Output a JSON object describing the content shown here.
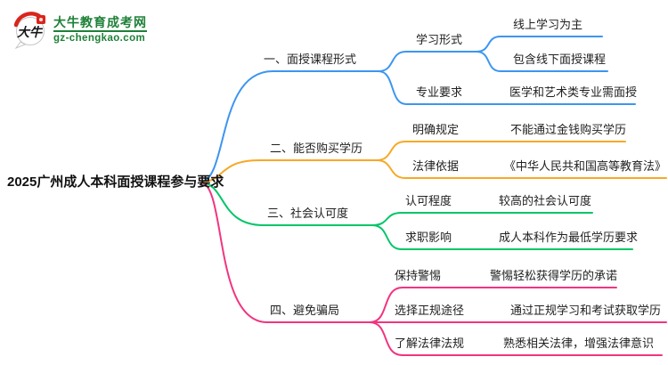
{
  "logo": {
    "icon_text": "大牛",
    "site_name": "大牛教育成考网",
    "site_url": "gz-chengkao.com",
    "brand_green": "#1E8038",
    "accent_red": "#D9251C"
  },
  "colors": {
    "branch1": "#3D95F0",
    "branch2": "#F7A825",
    "branch3": "#00C667",
    "bran4_placeholder": "",
    "branch4": "#F23480",
    "text": "#212121"
  },
  "mindmap": {
    "root": "2025广州成人本科面授课程参与要求",
    "branches": [
      {
        "label": "一、面授课程形式",
        "color": "#3D95F0",
        "children": [
          {
            "label": "学习形式",
            "children": [
              {
                "label": "线上学习为主"
              },
              {
                "label": "包含线下面授课程"
              }
            ]
          },
          {
            "label": "专业要求",
            "children": [
              {
                "label": "医学和艺术类专业需面授"
              }
            ]
          }
        ]
      },
      {
        "label": "二、能否购买学历",
        "color": "#F7A825",
        "children": [
          {
            "label": "明确规定",
            "children": [
              {
                "label": "不能通过金钱购买学历"
              }
            ]
          },
          {
            "label": "法律依据",
            "children": [
              {
                "label": "《中华人民共和国高等教育法》"
              }
            ]
          }
        ]
      },
      {
        "label": "三、社会认可度",
        "color": "#00C667",
        "children": [
          {
            "label": "认可程度",
            "children": [
              {
                "label": "较高的社会认可度"
              }
            ]
          },
          {
            "label": "求职影响",
            "children": [
              {
                "label": "成人本科作为最低学历要求"
              }
            ]
          }
        ]
      },
      {
        "label": "四、避免骗局",
        "color": "#F23480",
        "children": [
          {
            "label": "保持警惕",
            "children": [
              {
                "label": "警惕轻松获得学历的承诺"
              }
            ]
          },
          {
            "label": "选择正规途径",
            "children": [
              {
                "label": "通过正规学习和考试获取学历"
              }
            ]
          },
          {
            "label": "了解法律法规",
            "children": [
              {
                "label": "熟悉相关法律，增强法律意识"
              }
            ]
          }
        ]
      }
    ]
  }
}
